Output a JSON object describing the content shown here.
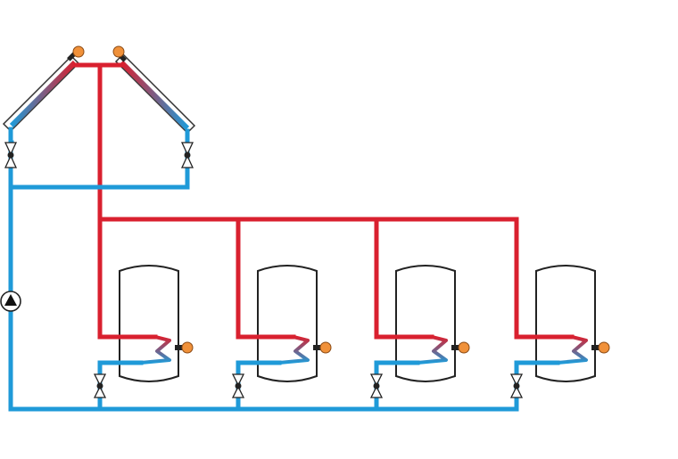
{
  "diagram": {
    "type": "solar-thermal-hydraulic-schematic",
    "colors": {
      "hot_pipe": "#d9202f",
      "cold_pipe": "#1f9ad8",
      "sensor": "#f0913a",
      "outline": "#222222",
      "background": "#ffffff"
    },
    "collectors": [
      {
        "id": "collector-left",
        "icon": "solar-collector-icon",
        "sensor": "temperature-sensor-icon"
      },
      {
        "id": "collector-right",
        "icon": "solar-collector-icon",
        "sensor": "temperature-sensor-icon"
      }
    ],
    "pump": {
      "icon": "circulation-pump-icon"
    },
    "storage_tanks": [
      {
        "id": "tank-1",
        "icon": "storage-tank-icon",
        "heat_exchanger": "coil-icon",
        "sensor": "temperature-sensor-icon",
        "valve": "zone-valve-icon"
      },
      {
        "id": "tank-2",
        "icon": "storage-tank-icon",
        "heat_exchanger": "coil-icon",
        "sensor": "temperature-sensor-icon",
        "valve": "zone-valve-icon"
      },
      {
        "id": "tank-3",
        "icon": "storage-tank-icon",
        "heat_exchanger": "coil-icon",
        "sensor": "temperature-sensor-icon",
        "valve": "zone-valve-icon"
      },
      {
        "id": "tank-4",
        "icon": "storage-tank-icon",
        "heat_exchanger": "coil-icon",
        "sensor": "temperature-sensor-icon",
        "valve": "zone-valve-icon"
      }
    ]
  }
}
